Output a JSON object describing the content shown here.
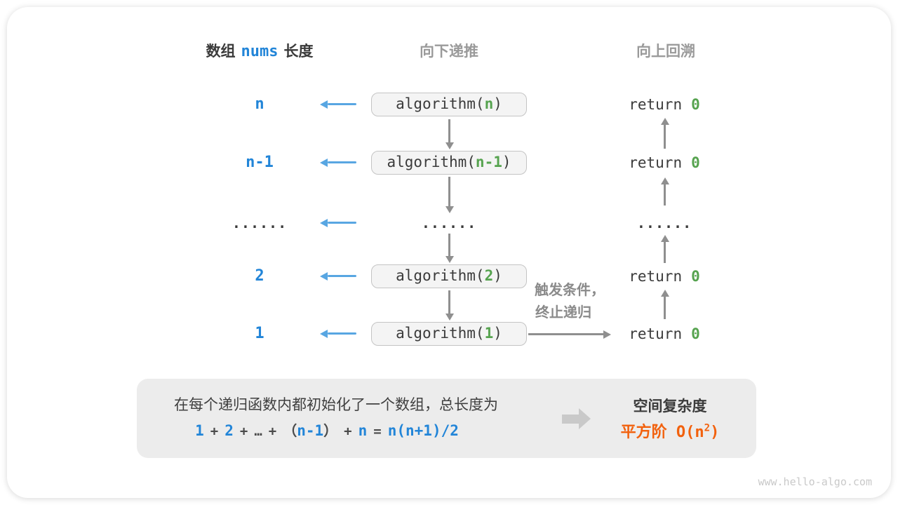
{
  "headers": {
    "col1_part1": "数组",
    "col1_code": "nums",
    "col1_part2": "长度",
    "col2": "向下递推",
    "col3": "向上回溯"
  },
  "rows": [
    {
      "length": "n",
      "call_open": "algorithm(",
      "call_arg": "n",
      "call_close": ")",
      "return_keyword": "return",
      "return_value": "0"
    },
    {
      "length": "n-1",
      "call_open": "algorithm(",
      "call_arg": "n-1",
      "call_close": ")",
      "return_keyword": "return",
      "return_value": "0"
    },
    {
      "length": "......",
      "dots_mid": "......",
      "dots_right": "......"
    },
    {
      "length": "2",
      "call_open": "algorithm(",
      "call_arg": "2",
      "call_close": ")",
      "return_keyword": "return",
      "return_value": "0"
    },
    {
      "length": "1",
      "call_open": "algorithm(",
      "call_arg": "1",
      "call_close": ")",
      "return_keyword": "return",
      "return_value": "0"
    }
  ],
  "note": {
    "line1": "触发条件，",
    "line2": "终止递归"
  },
  "summary": {
    "description": "在每个递归函数内都初始化了一个数组，总长度为",
    "formula": {
      "n1": "1",
      "op1": "+",
      "n2": "2",
      "op2": "+",
      "ellipsis": "…",
      "op3": "+",
      "paren_open": "（",
      "n3": "n-1",
      "paren_close": "）",
      "op4": "+",
      "n4": "n",
      "eq": "=",
      "result": "n(n+1)/2"
    },
    "complexity_title": "空间复杂度",
    "complexity_prefix": "平方阶 O(n",
    "complexity_sup": "2",
    "complexity_close": ")"
  },
  "watermark": "www.hello-algo.com",
  "colors": {
    "blue_text": "#2285d8",
    "blue_arrow": "#58a6e2",
    "green": "#56a34f",
    "orange": "#f2610d",
    "dark_text": "#3b3b3b",
    "header_gray": "#9a9a9a",
    "arrow_gray": "#8f8f8f",
    "box_fill": "#f4f4f4",
    "box_border": "#c4c4c4",
    "summary_bg": "#ececec",
    "watermark_gray": "#c9c9c9"
  }
}
